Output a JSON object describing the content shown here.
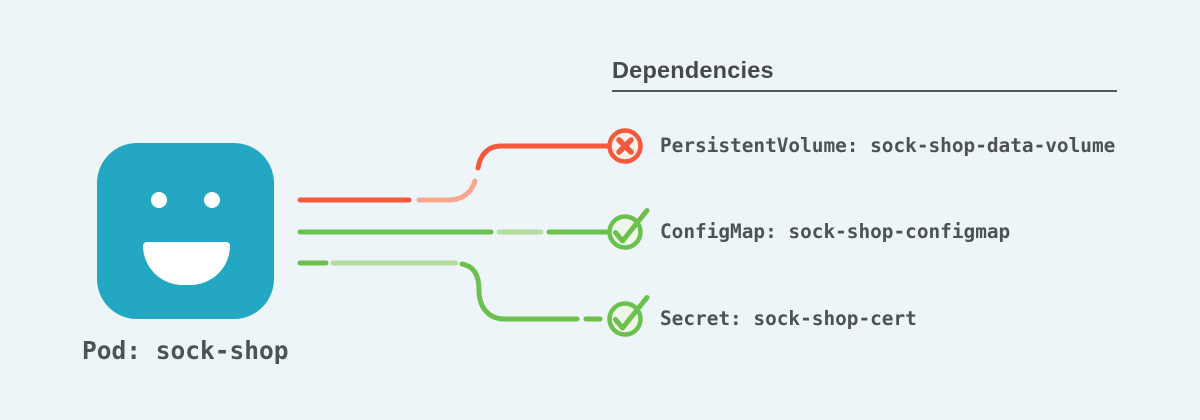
{
  "pod": {
    "label": "Pod: sock-shop",
    "icon": "pod-smiley-icon"
  },
  "dependencies": {
    "title": "Dependencies",
    "items": [
      {
        "name": "PersistentVolume: sock-shop-data-volume",
        "status": "error",
        "icon": "x-circle-icon"
      },
      {
        "name": "ConfigMap: sock-shop-configmap",
        "status": "ok",
        "icon": "check-circle-icon"
      },
      {
        "name": "Secret: sock-shop-cert",
        "status": "ok",
        "icon": "check-circle-icon"
      }
    ]
  },
  "colors": {
    "background": "#edf5f8",
    "pod_teal": "#23a7c3",
    "error_red": "#f5583a",
    "error_red_light": "#f8a78f",
    "error_fill": "#fdefe9",
    "ok_green": "#6cc04d",
    "ok_green_light": "#b4dc9d",
    "ok_fill": "#edf7e5",
    "text": "#4d5256",
    "title_text": "#45494d",
    "rule": "#54585c"
  }
}
